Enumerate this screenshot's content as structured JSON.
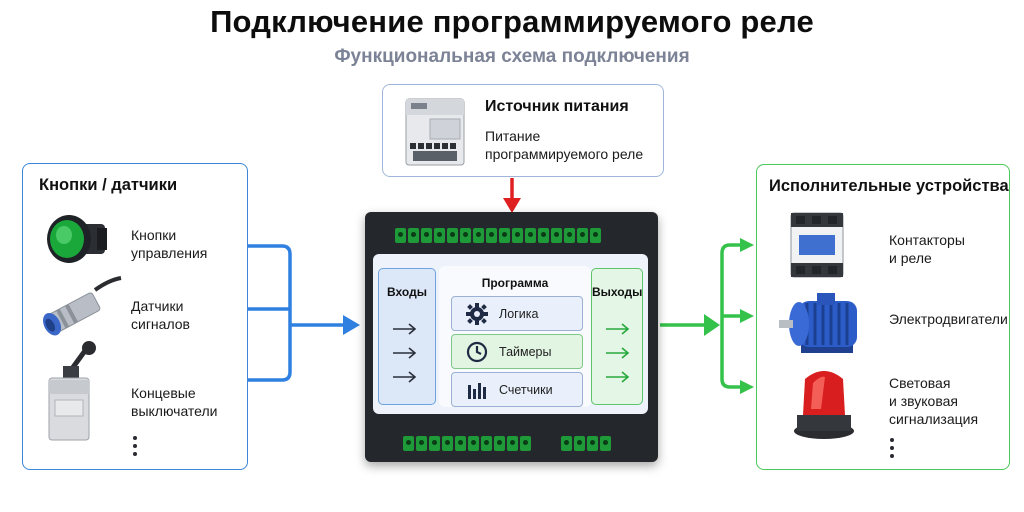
{
  "title": "Подключение программируемого реле",
  "subtitle": "Функциональная схема подключения",
  "power": {
    "title": "Источник питания",
    "desc_line1": "Питание",
    "desc_line2": "программируемого реле"
  },
  "inputs_panel": {
    "title": "Кнопки / датчики",
    "items": [
      {
        "line1": "Кнопки",
        "line2": "управления",
        "icon": "pushbutton-icon"
      },
      {
        "line1": "Датчики",
        "line2": "сигналов",
        "icon": "proximity-sensor-icon"
      },
      {
        "line1": "Концевые",
        "line2": "выключатели",
        "icon": "limit-switch-icon"
      }
    ]
  },
  "outputs_panel": {
    "title": "Исполнительные устройства",
    "items": [
      {
        "line1": "Контакторы",
        "line2": "и реле",
        "line3": "",
        "icon": "contactor-icon"
      },
      {
        "line1": "Электродвигатели",
        "line2": "",
        "line3": "",
        "icon": "motor-icon"
      },
      {
        "line1": "Световая",
        "line2": "и звуковая",
        "line3": "сигнализация",
        "icon": "beacon-icon"
      }
    ]
  },
  "relay": {
    "inputs_label": "Входы",
    "outputs_label": "Выходы",
    "program_label": "Программа",
    "program_items": [
      {
        "label": "Логика",
        "icon": "gear-icon"
      },
      {
        "label": "Таймеры",
        "icon": "clock-icon"
      },
      {
        "label": "Счетчики",
        "icon": "counter-icon"
      }
    ]
  },
  "colors": {
    "input_blue": "#2f80e0",
    "output_green": "#34c24a",
    "power_red": "#e02020",
    "terminal_green": "#1e9a38"
  }
}
